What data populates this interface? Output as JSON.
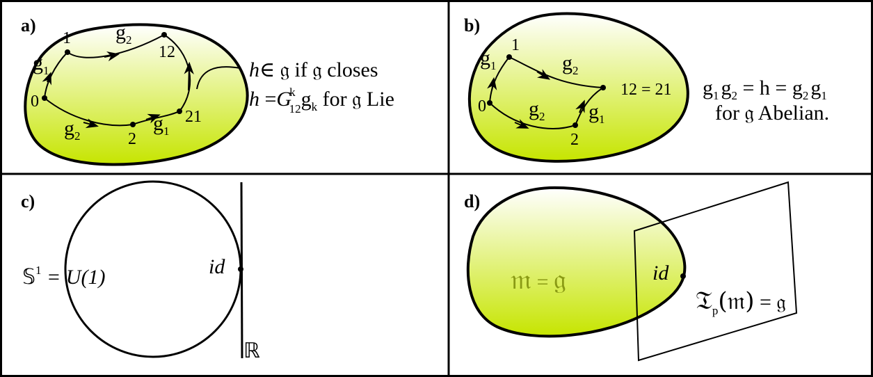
{
  "panels": {
    "a": {
      "letter": "a)",
      "points": [
        "0",
        "1",
        "12",
        "2",
        "21"
      ],
      "g1": "g",
      "g1_sub": "1",
      "g2": "g",
      "g2_sub": "2",
      "line1_h": "h",
      "line1_rest": "∈ 𝔤 if 𝔤 closes",
      "line2_h": "h",
      "line2_eq": " =",
      "line2_G": "G",
      "line2_G_sup": "k",
      "line2_G_sub": "12",
      "line2_g": "g",
      "line2_g_sub": "k",
      "line2_rest": " for 𝔤 Lie"
    },
    "b": {
      "letter": "b)",
      "points": [
        "0",
        "1",
        "12 = 21",
        "2"
      ],
      "g": "g",
      "sub1": "1",
      "sub2": "2",
      "eq_h": " = h = ",
      "line2": "for 𝔤 Abelian."
    },
    "c": {
      "letter": "c)",
      "circle_label": "𝕊",
      "circle_sup": "1",
      "circle_eq": " = U(1)",
      "id": "id",
      "line_label": "ℝ"
    },
    "d": {
      "letter": "d)",
      "m_eq_g_m": "𝔪",
      "m_eq_g_eq": " = ",
      "m_eq_g_g": "𝔤",
      "id": "id",
      "T": "𝔗",
      "T_sub": "p",
      "T_arg": "(𝔪)",
      "T_eq": " = 𝔤"
    }
  },
  "colors": {
    "blob_top": "#ffffff",
    "blob_bottom": "#c8e600",
    "border": "#000000"
  }
}
